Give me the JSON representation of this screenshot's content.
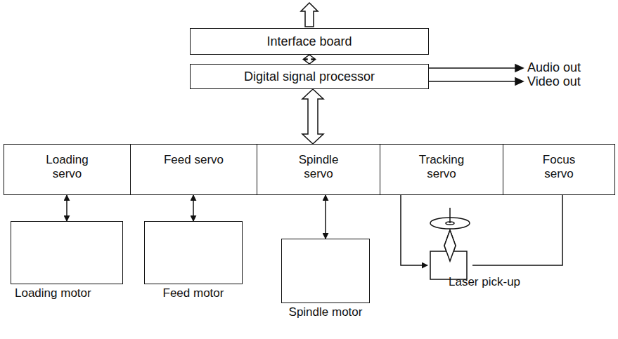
{
  "diagram": {
    "nodes": [
      {
        "text": [
          "Interface board"
        ]
      },
      {
        "text": [
          "Digital signal processor"
        ]
      },
      {
        "text": [
          "Loading servo"
        ]
      },
      {
        "text": [
          "Feed servo"
        ]
      },
      {
        "text": [
          "Spindle servo"
        ]
      },
      {
        "text": [
          "Tracking servo"
        ]
      },
      {
        "text": [
          "Focus servo"
        ]
      },
      {
        "text": [
          "Loading motor"
        ]
      },
      {
        "text": [
          "Feed motor"
        ]
      },
      {
        "text": [
          "Spindle motor"
        ]
      },
      {
        "text": [
          "Laser pick-up"
        ]
      }
    ],
    "edges": [
      {
        "from": 0,
        "to": 1,
        "arrow": "both"
      },
      {
        "from": 1,
        "to": 4,
        "arrow": "both"
      },
      {
        "from": 2,
        "to": 7,
        "arrow": "both"
      },
      {
        "from": 3,
        "to": 8,
        "arrow": "both"
      },
      {
        "from": 4,
        "to": 9,
        "arrow": "both"
      },
      {
        "from": 5,
        "to": 10,
        "arrow": "to"
      },
      {
        "from": 6,
        "to": 10,
        "arrow": "none"
      }
    ],
    "labels": [
      "Audio out",
      "Video out"
    ]
  }
}
